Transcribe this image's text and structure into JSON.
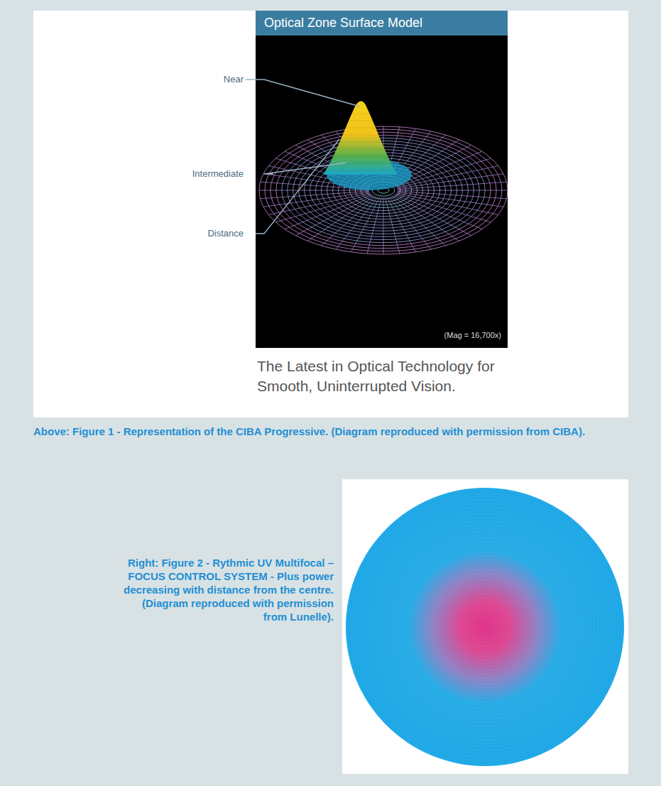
{
  "diagram": {
    "title": "Optical Zone Surface Model",
    "labels": [
      "Near",
      "Intermediate",
      "Distance",
      "(Mag = 16,700x)",
      "The Latest in Optical Technology for Smooth, Uninterrupted Vision.",
      "Above: Figure 1 - Representation of the CIBA Progressive. (Diagram reproduced with permission from CIBA).",
      "Right: Figure 2 - Rythmic UV Multifocal – FOCUS CONTROL SYSTEM - Plus power decreasing with distance from the centre. (Diagram reproduced with permission from Lunelle)."
    ]
  }
}
